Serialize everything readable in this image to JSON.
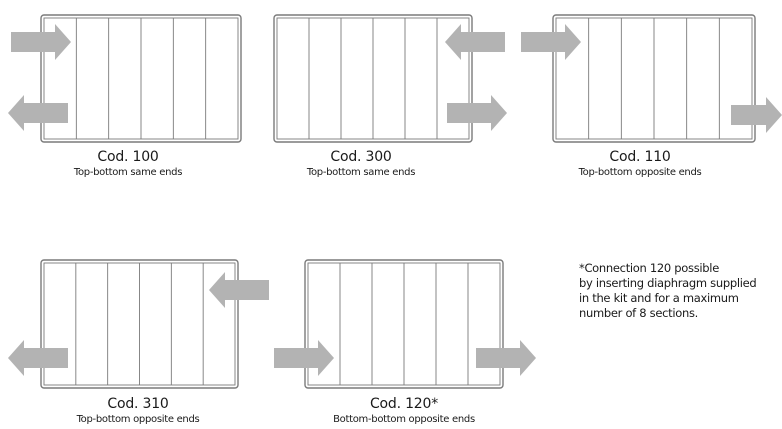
{
  "diagrams": [
    {
      "code": "Cod. 100",
      "description": "Top-bottom same ends"
    },
    {
      "code": "Cod. 300",
      "description": "Top-bottom same ends"
    },
    {
      "code": "Cod. 110",
      "description": "Top-bottom opposite ends"
    },
    {
      "code": "Cod. 310",
      "description": "Top-bottom opposite ends"
    },
    {
      "code": "Cod. 120*",
      "description": "Bottom-bottom opposite ends"
    }
  ],
  "footnote": {
    "lines": [
      "*Connection 120 possible",
      "by inserting diaphragm supplied",
      "in the kit and for a maximum",
      "number of 8 sections."
    ]
  },
  "colors": {
    "radiator_outline": "#7a7a7a",
    "arrow_fill": "#b3b3b3",
    "text": "#1a1a1a"
  }
}
